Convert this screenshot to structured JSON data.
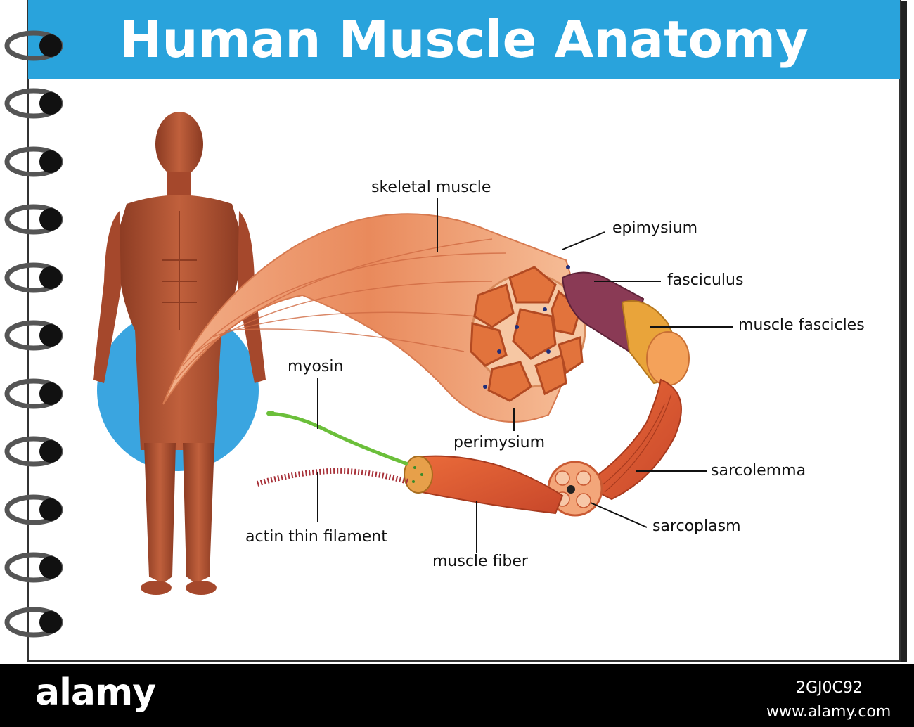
{
  "title": "Human Muscle Anatomy",
  "labels": {
    "skeletal_muscle": "skeletal muscle",
    "epimysium": "epimysium",
    "fasciculus": "fasciculus",
    "muscle_fascicles": "muscle fascicles",
    "myosin": "myosin",
    "perimysium": "perimysium",
    "sarcolemma": "sarcolemma",
    "sarcoplasm": "sarcoplasm",
    "actin_thin_filament": "actin thin filament",
    "muscle_fiber": "muscle fiber"
  },
  "footer": {
    "brand": "alamy",
    "image_id": "2GJ0C92",
    "site": "www.alamy.com"
  },
  "colors": {
    "header_blue": "#29a3dc",
    "circle_blue": "#3aa5e0",
    "muscle": "#b5553a",
    "fiber_orange": "#e07a4a",
    "fasciculus_purple": "#8a3a55",
    "myosin_green": "#6bbf3a",
    "actin_red": "#a8323a"
  }
}
